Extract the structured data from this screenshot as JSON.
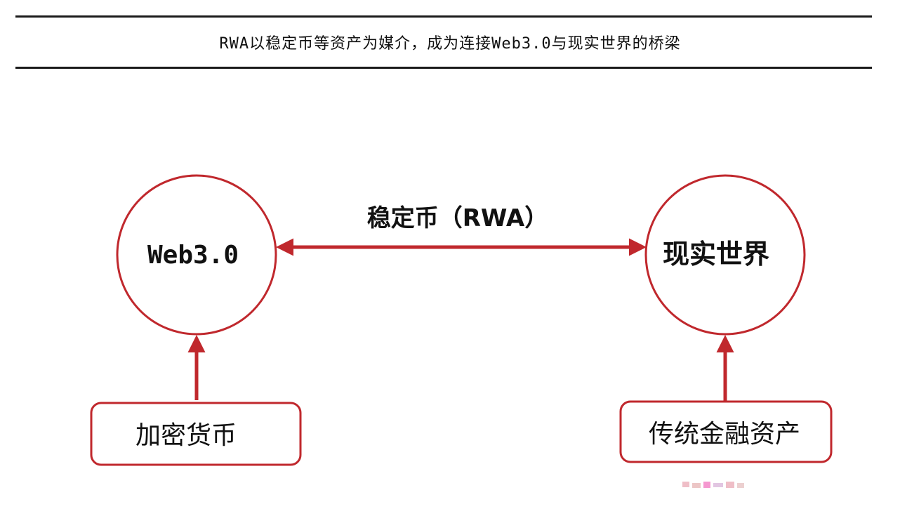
{
  "title": "RWA以稳定币等资产为媒介，成为连接Web3.0与现实世界的桥梁",
  "nodes": {
    "web3": "Web3.0",
    "real_world": "现实世界",
    "crypto": "加密货币",
    "traditional": "传统金融资产"
  },
  "edges": {
    "bridge_label": "稳定币（RWA）"
  },
  "colors": {
    "stroke": "#c0282d",
    "text": "#111111"
  }
}
